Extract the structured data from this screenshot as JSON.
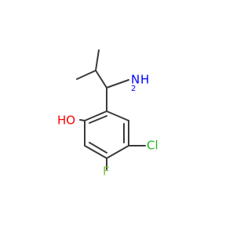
{
  "molecule": {
    "atom_labels": {
      "hydroxyl": "HO",
      "amine_n": "N",
      "amine_h": "H",
      "amine_h_sub": "2",
      "chlorine": "Cl",
      "fluorine": "F"
    },
    "colors": {
      "bond": "#3a3a3a",
      "oxygen": "#ff0000",
      "nitrogen": "#0000ff",
      "chlorine": "#1fb81f",
      "fluorine": "#7fbf3f"
    }
  }
}
